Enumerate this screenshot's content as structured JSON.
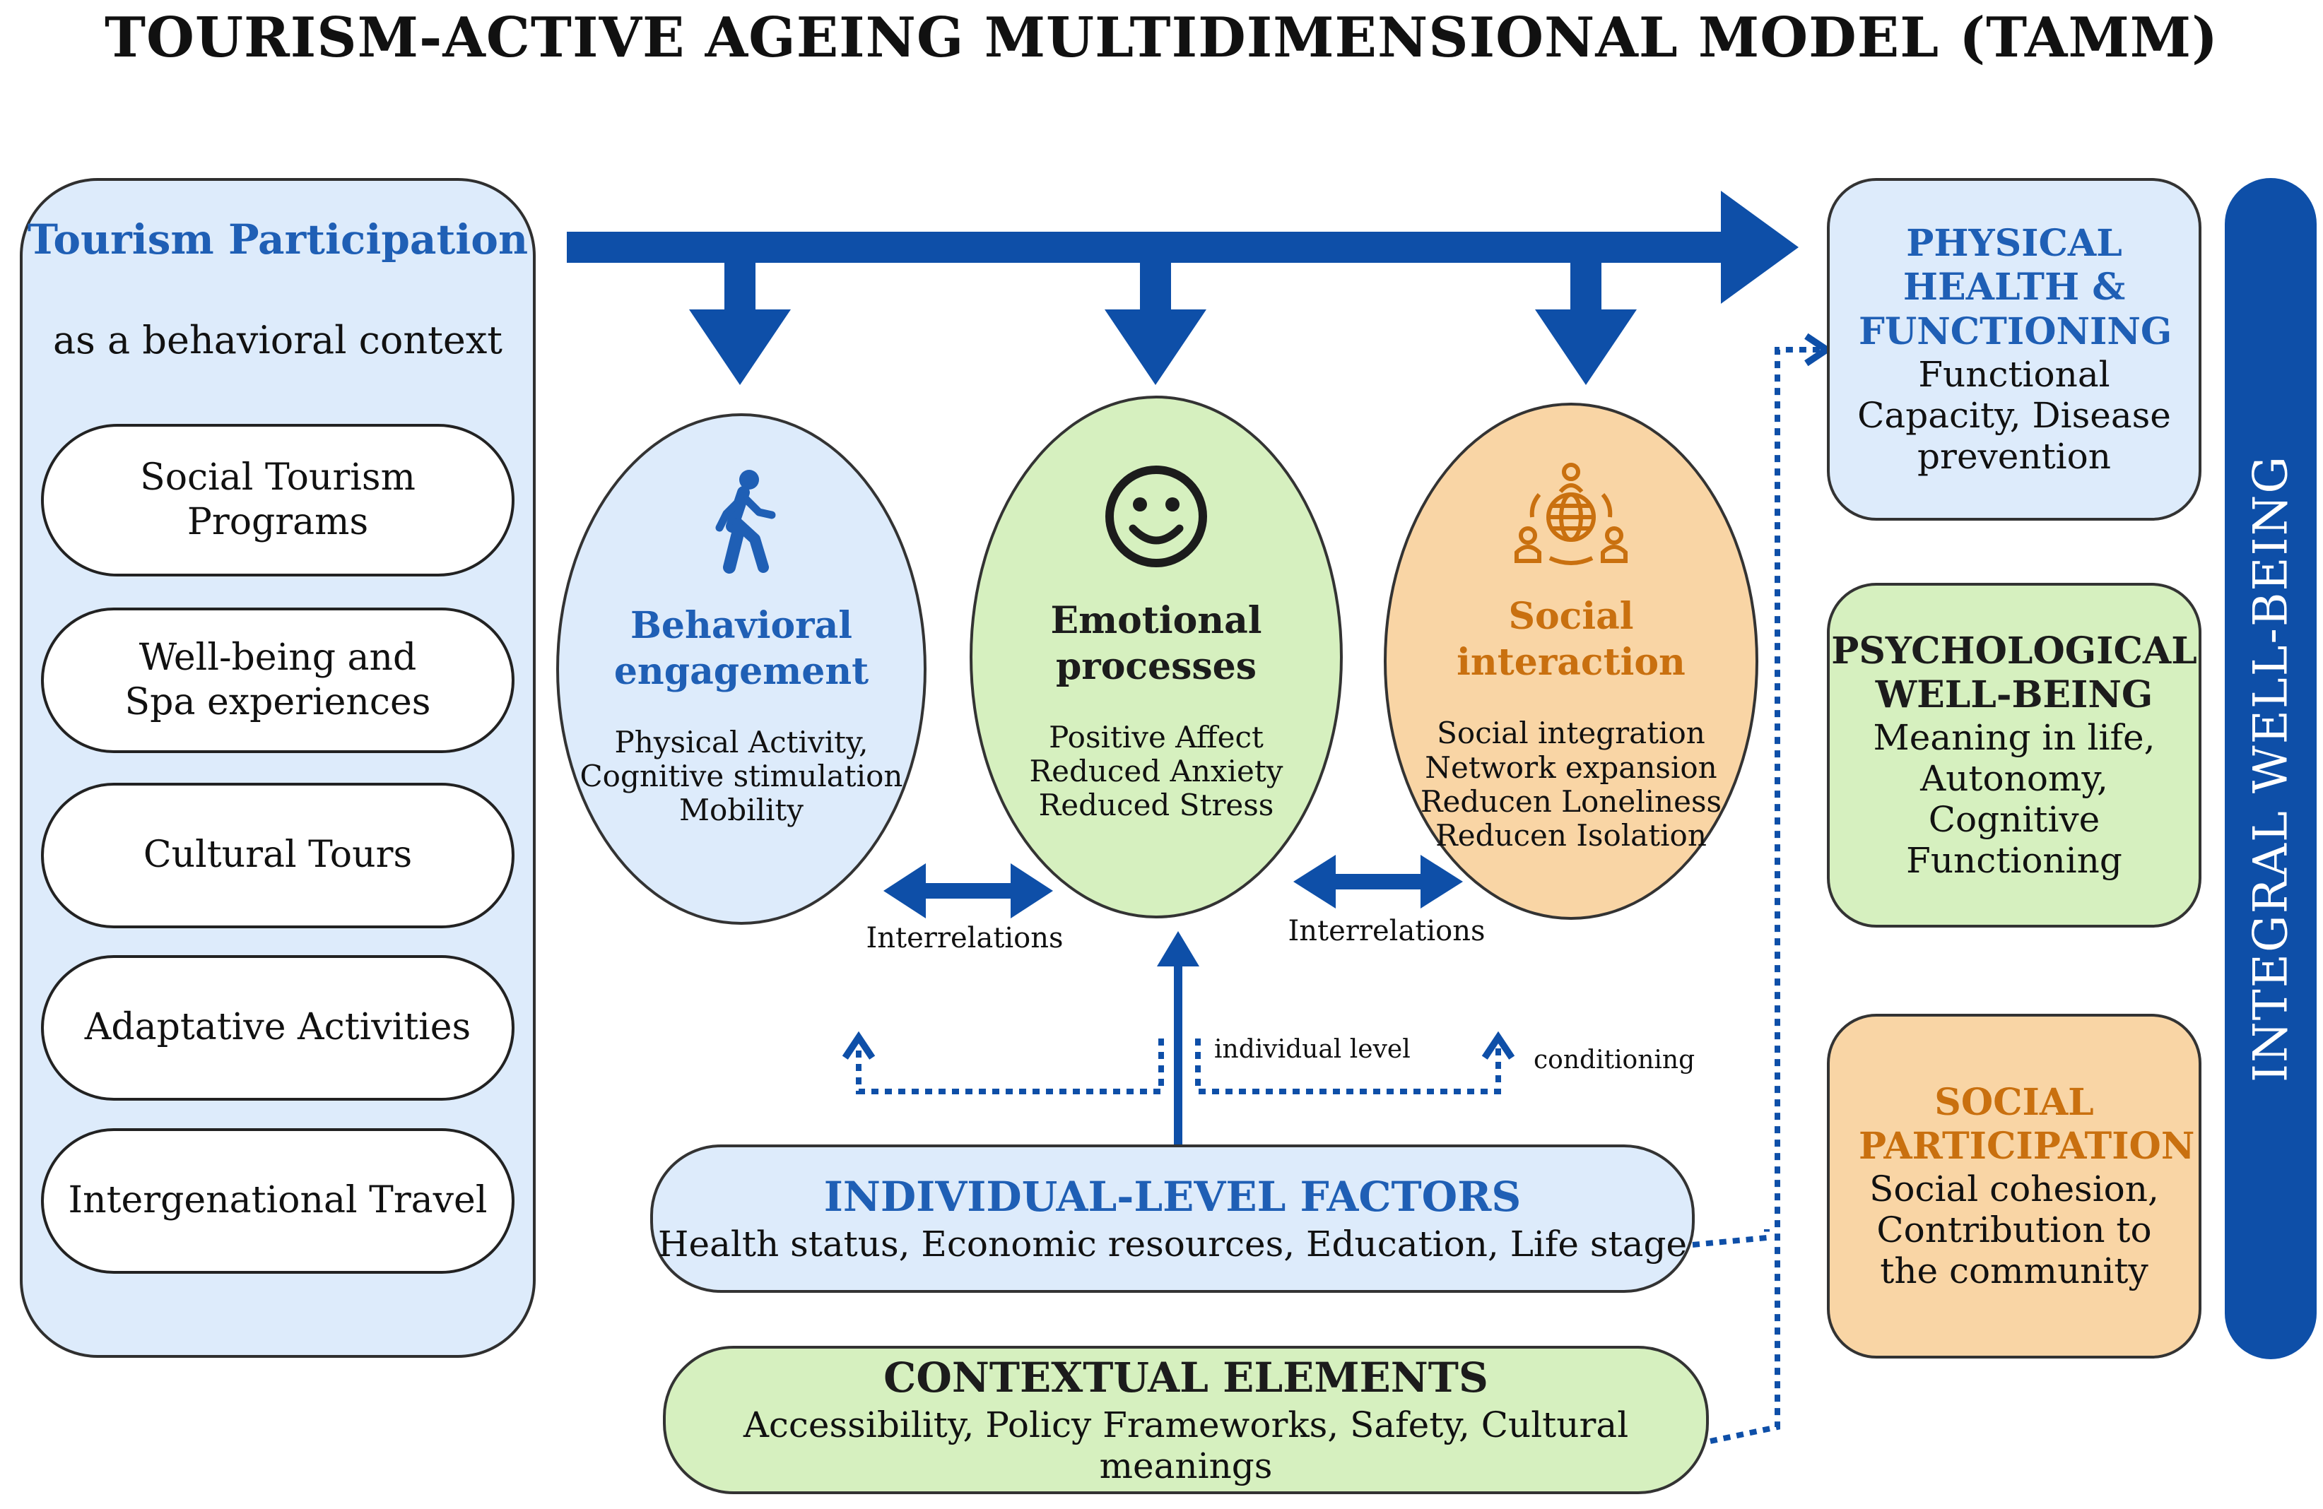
{
  "title": "TOURISM-ACTIVE AGEING MULTIDIMENSIONAL MODEL (TAMM)",
  "colors": {
    "arrow_blue": "#0e4fa8",
    "heading_blue": "#1f5fb5",
    "orange_text": "#c9700f",
    "light_blue": "#ddebfb",
    "light_green": "#d6f0bf",
    "light_orange": "#f9d5a5"
  },
  "tourism": {
    "heading": "Tourism Participation",
    "subheading": "as a behavioral context",
    "items": [
      "Social Tourism Programs",
      "Well-being and Spa experiences",
      "Cultural Tours",
      "Adaptative Activities",
      "Intergenational Travel"
    ]
  },
  "mechanisms": {
    "behavioral": {
      "icon": "walking-person-icon",
      "heading": "Behavioral engagement",
      "lines": [
        "Physical Activity,",
        "Cognitive stimulation",
        "Mobility"
      ]
    },
    "emotional": {
      "icon": "smiley-face-icon",
      "heading": "Emotional processes",
      "lines": [
        "Positive Affect",
        "Reduced Anxiety",
        "Reduced Stress"
      ]
    },
    "social": {
      "icon": "people-globe-icon",
      "heading": "Social interaction",
      "lines": [
        "Social integration",
        "Network expansion",
        "Reducen Loneliness",
        "Reducen Isolation"
      ]
    }
  },
  "interrelations_label": "Interrelations",
  "individual_level_label": "individual level",
  "conditioning_label": "conditioning",
  "factors": {
    "individual": {
      "heading": "INDIVIDUAL-LEVEL FACTORS",
      "body": "Health status, Economic resources, Education, Life stage"
    },
    "contextual": {
      "heading": "CONTEXTUAL ELEMENTS",
      "body": "Accessibility, Policy Frameworks, Safety, Cultural meanings"
    }
  },
  "outcomes": {
    "physical": {
      "heading": "PHYSICAL HEALTH & FUNCTIONING",
      "body": "Functional Capacity, Disease prevention"
    },
    "psychological": {
      "heading": "PSYCHOLOGICAL WELL-BEING",
      "body": "Meaning in life, Autonomy, Cognitive Functioning"
    },
    "social": {
      "heading": "SOCIAL PARTICIPATION",
      "body": "Social cohesion, Contribution to the community"
    }
  },
  "integral_label": "INTEGRAL WELL-BEING"
}
